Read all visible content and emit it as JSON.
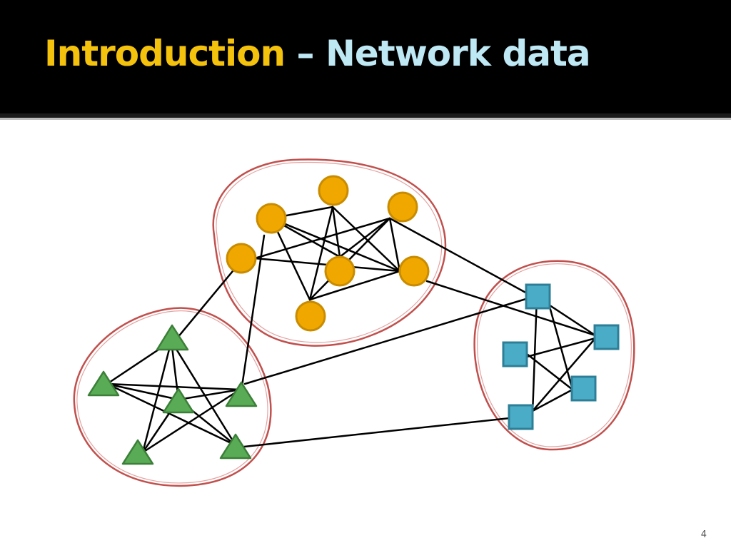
{
  "slide": {
    "title_main": "Introduction",
    "title_separator": " – ",
    "title_sub": "Network data",
    "slide_number": "4"
  },
  "colors": {
    "title_main": "#f4c20d",
    "title_sub": "#bfe8f5",
    "cluster_outline": "#c0504d",
    "circle_fill": "#f0a800",
    "circle_stroke": "#c98c00",
    "triangle_fill": "#5aab55",
    "triangle_stroke": "#3b7f38",
    "square_fill": "#4aacc6",
    "square_stroke": "#2d7f97",
    "edge": "#000000"
  },
  "network": {
    "clusters": [
      {
        "id": "circles",
        "shape": "circle",
        "node_count": 7
      },
      {
        "id": "triangles",
        "shape": "triangle",
        "node_count": 6
      },
      {
        "id": "squares",
        "shape": "square",
        "node_count": 5
      }
    ],
    "node_count": 18,
    "edge_count": 37
  }
}
